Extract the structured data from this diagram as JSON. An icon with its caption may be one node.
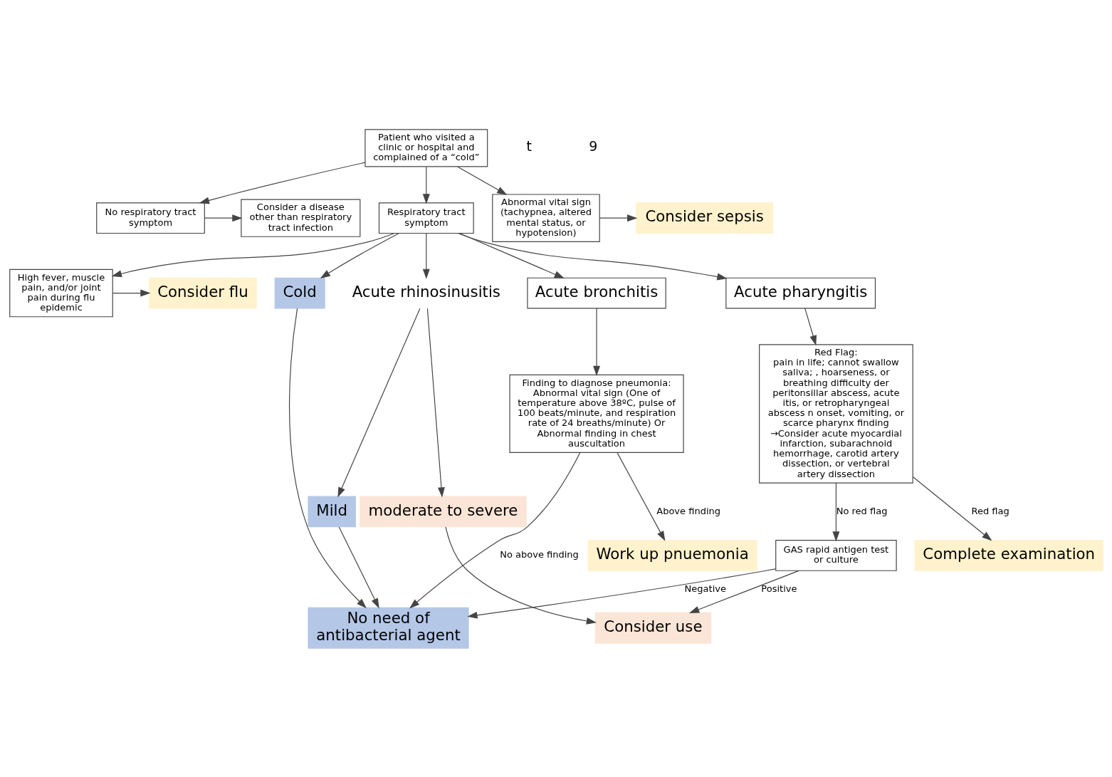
{
  "diagram": {
    "nodes": [
      {
        "text": [
          "Patient who visited a clinic or hospital and complained of a “cold”"
        ]
      },
      {
        "text": [
          "Consider a disease other than respiratory tract infection"
        ]
      },
      {
        "text": [
          "No respiratory tract symptom"
        ]
      },
      {
        "text": [
          "Respiratory tract symptom"
        ]
      },
      {
        "text": [
          "Abnormal vital sign (tachypnea, altered mental status, or hypotension)"
        ]
      },
      {
        "text": [
          "Consider sepsis"
        ]
      },
      {
        "text": [
          "High fever, muscle pain, and/or joint pain during flu epidemic"
        ]
      },
      {
        "text": [
          "Consider flu"
        ]
      },
      {
        "text": [
          "Cold"
        ]
      },
      {
        "text": [
          "Acute rhinosinusitis"
        ]
      },
      {
        "text": [
          "Acute pharyngitis"
        ]
      },
      {
        "text": [
          "Acute bronchitis"
        ]
      },
      {
        "text": [
          "Mild"
        ]
      },
      {
        "text": [
          "moderate to severe"
        ]
      },
      {
        "text": [
          "Red Flag:",
          "pain in life; cannot swallow saliva; , hoarseness, or breathing difficulty der peritonsillar abscess, acute itis, or retropharyngeal abscess n onset, vomiting, or scarce pharynx finding →Consider acute myocardial infarction, subarachnoid hemorrhage, carotid artery dissection, or vertebral artery dissection"
        ]
      },
      {
        "text": [
          "Finding to diagnose pneumonia:",
          "Abnormal vital sign (One of temperature above 38ºC, pulse of 100 beats/minute, and respiration rate of 24 breaths/minute) Or Abnormal finding in chest auscultation"
        ]
      },
      {
        "text": [
          "GAS rapid antigen test or culture"
        ]
      },
      {
        "text": [
          "Complete examination"
        ]
      },
      {
        "text": [
          "Work up pnuemonia"
        ]
      },
      {
        "text": [
          "Consider use"
        ]
      },
      {
        "text": [
          "No need of antibacterial agent"
        ]
      }
    ],
    "edges": [
      {
        "from": 0,
        "to": 2,
        "arrow": "to"
      },
      {
        "from": 0,
        "to": 3,
        "arrow": "to"
      },
      {
        "from": 0,
        "to": 4,
        "arrow": "to"
      },
      {
        "from": 2,
        "to": 1,
        "arrow": "to"
      },
      {
        "from": 4,
        "to": 5,
        "arrow": "to"
      },
      {
        "from": 3,
        "to": 6,
        "arrow": "to"
      },
      {
        "from": 6,
        "to": 7,
        "arrow": "to"
      },
      {
        "from": 3,
        "to": 8,
        "arrow": "to"
      },
      {
        "from": 3,
        "to": 9,
        "arrow": "to"
      },
      {
        "from": 3,
        "to": 10,
        "arrow": "to"
      },
      {
        "from": 3,
        "to": 11,
        "arrow": "to"
      },
      {
        "from": 9,
        "to": 12,
        "arrow": "to"
      },
      {
        "from": 9,
        "to": 13,
        "arrow": "to"
      },
      {
        "from": 10,
        "to": 14,
        "arrow": "to"
      },
      {
        "from": 11,
        "to": 15,
        "arrow": "to"
      },
      {
        "from": 14,
        "to": 16,
        "label": "No red flag",
        "arrow": "to"
      },
      {
        "from": 14,
        "to": 17,
        "label": "Red flag",
        "arrow": "to"
      },
      {
        "from": 15,
        "to": 20,
        "label": "No above finding",
        "arrow": "to"
      },
      {
        "from": 15,
        "to": 18,
        "label": "Above finding",
        "arrow": "to"
      },
      {
        "from": 16,
        "to": 19,
        "label": "Positive",
        "arrow": "to"
      },
      {
        "from": 16,
        "to": 20,
        "label": "Negative",
        "arrow": "to"
      },
      {
        "from": 8,
        "to": 20,
        "arrow": "to"
      },
      {
        "from": 12,
        "to": 20,
        "arrow": "to"
      },
      {
        "from": 13,
        "to": 19,
        "arrow": "to"
      }
    ],
    "labels": [
      "t",
      "9"
    ]
  }
}
